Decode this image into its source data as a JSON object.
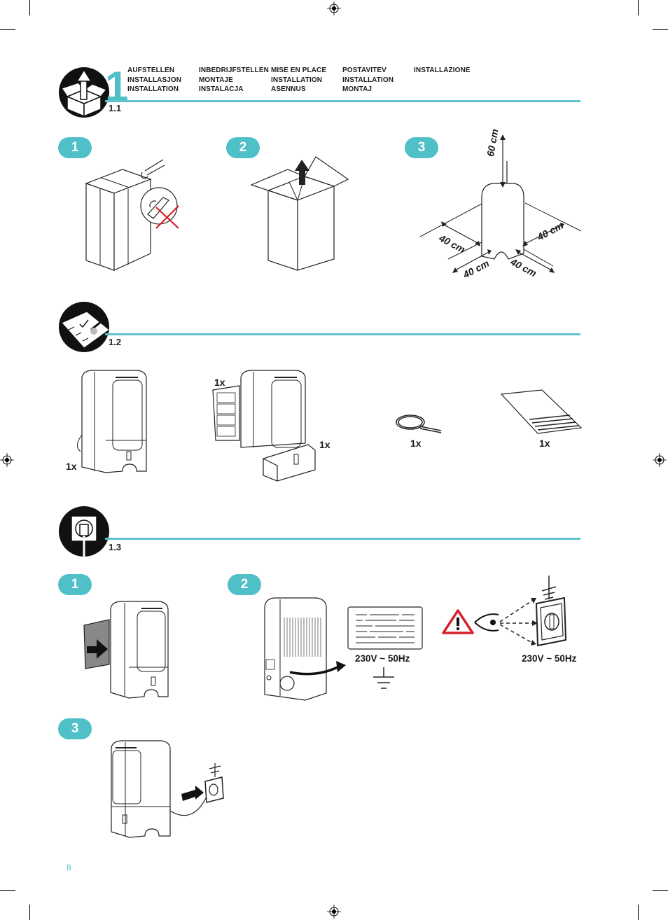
{
  "section_1_1": {
    "chapter_number": "1",
    "section_label": "1.1",
    "languages": [
      [
        "AUFSTELLEN",
        "INSTALLASJON",
        "INSTALLATION"
      ],
      [
        "INBEDRIJFSTELLEN",
        "MONTAJE",
        "INSTALACJA"
      ],
      [
        "MISE EN PLACE",
        "INSTALLATION",
        "ASENNUS"
      ],
      [
        "POSTAVITEV",
        "INSTALLATION",
        "MONTAJ"
      ],
      [
        "INSTALLAZIONE"
      ]
    ],
    "steps": [
      "1",
      "2",
      "3"
    ],
    "clearance": {
      "top": "60 cm",
      "sides": [
        "40 cm",
        "40 cm",
        "40 cm",
        "40 cm"
      ]
    }
  },
  "section_1_2": {
    "section_label": "1.2",
    "quantities": [
      "1x",
      "1x",
      "1x",
      "1x",
      "1x"
    ]
  },
  "section_1_3": {
    "section_label": "1.3",
    "steps": [
      "1",
      "2",
      "3"
    ],
    "voltage_plate": "230V ~ 50Hz",
    "voltage_socket": "230V ~ 50Hz"
  },
  "page_number": "8",
  "colors": {
    "accent": "#4fbfc8",
    "warning": "#d6202a"
  },
  "icons": [
    "unpack-box-icon",
    "checklist-icon",
    "power-socket-icon",
    "warning-triangle-icon",
    "ground-symbol-icon",
    "eye-icon"
  ]
}
